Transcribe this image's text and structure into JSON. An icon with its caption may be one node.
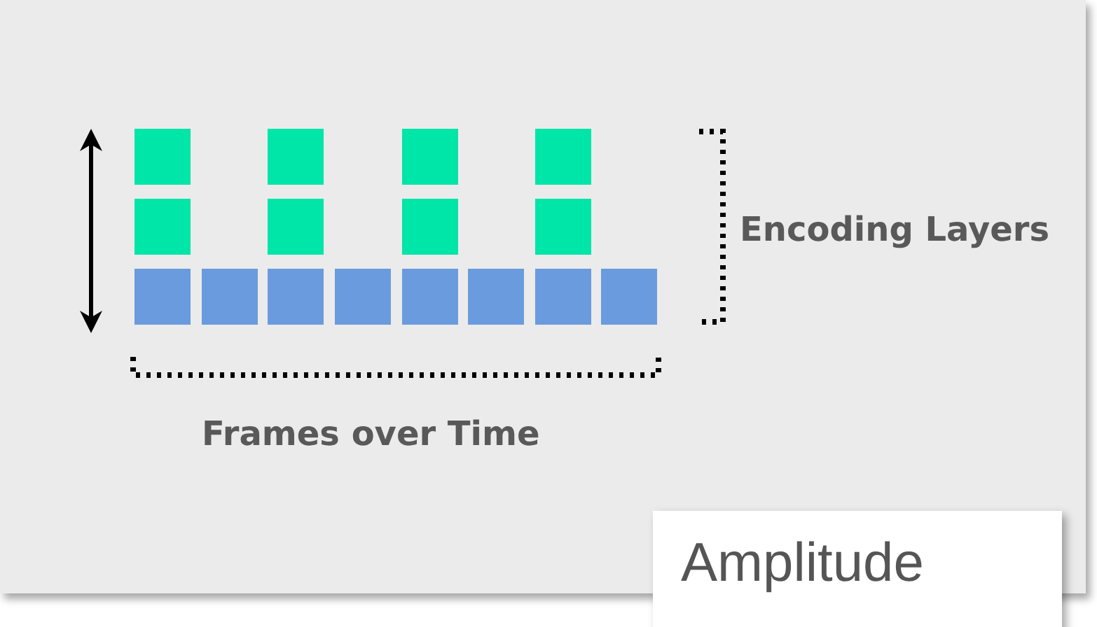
{
  "diagram": {
    "nodes": [
      {
        "text": [
          "Amplitude"
        ]
      }
    ],
    "labels": [
      "Encoding Layers",
      "Frames over Time"
    ]
  }
}
